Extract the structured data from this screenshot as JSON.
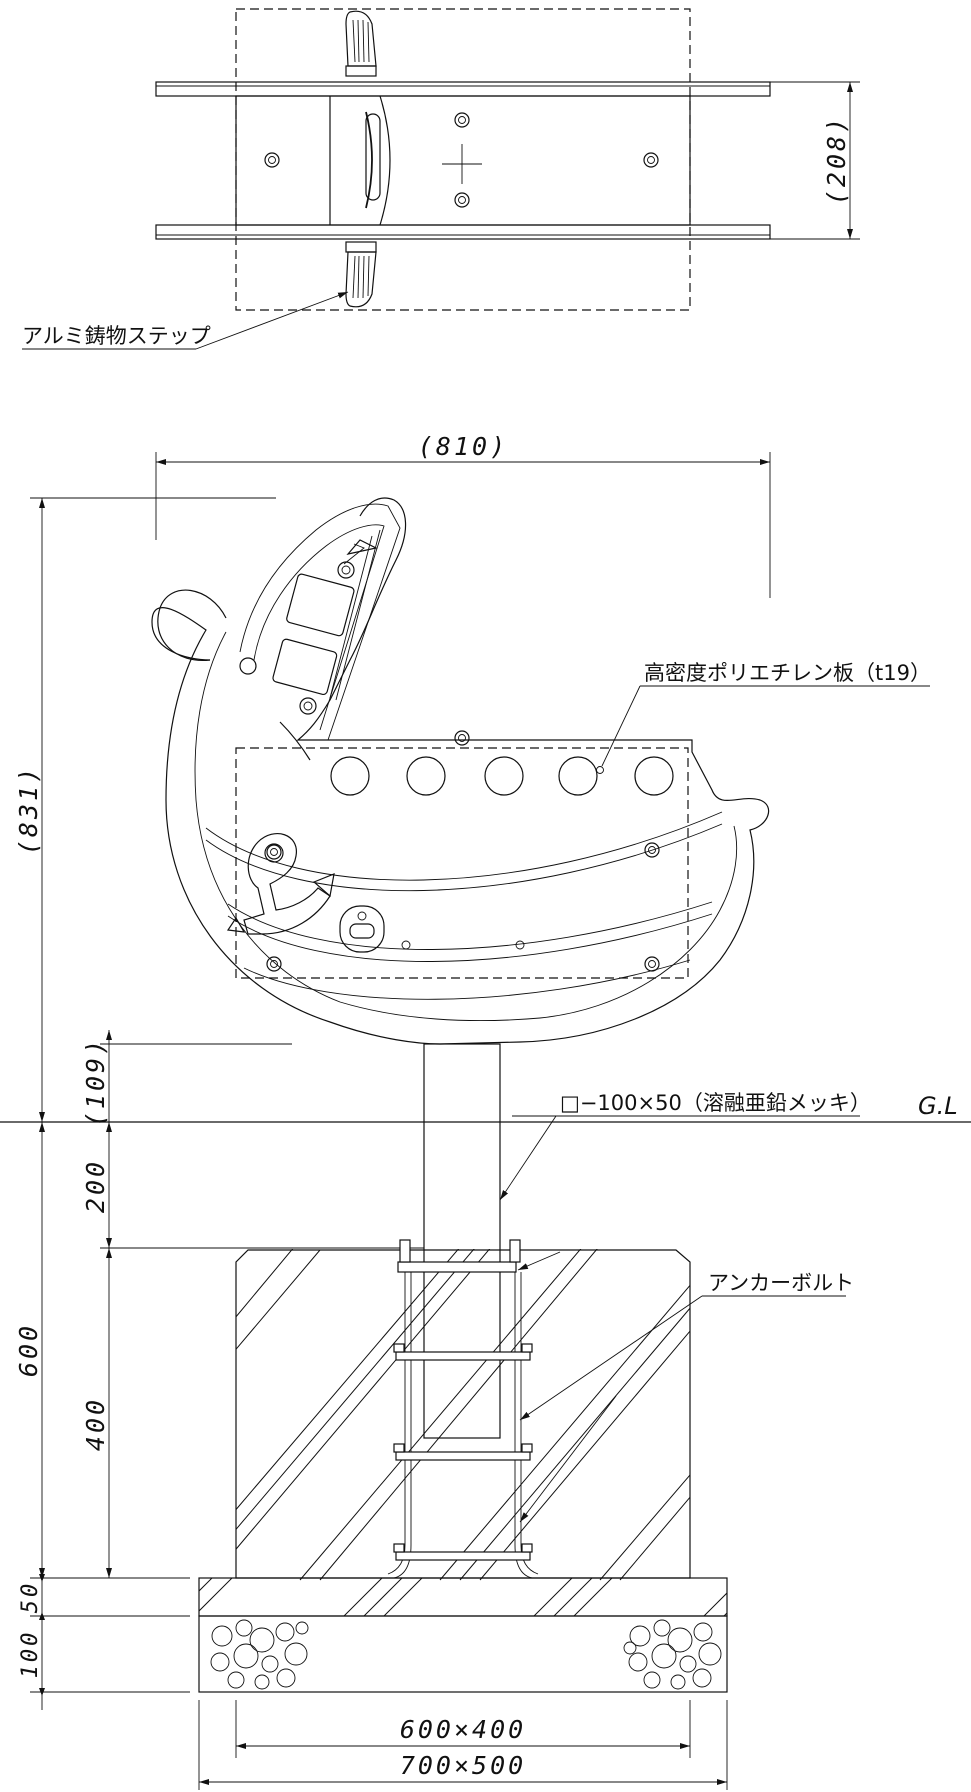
{
  "labels": {
    "step": "アルミ鋳物ステップ",
    "plate": "高密度ポリエチレン板（t19）",
    "post": "□−100×50（溶融亜鉛メッキ）",
    "gl": "G.L",
    "anchor": "アンカーボルト"
  },
  "dimensions": {
    "width_top": "(208)",
    "width_total": "(810)",
    "height_total": "(831)",
    "clearance": "(109)",
    "embed_200": "200",
    "footing_600": "600",
    "footing_400": "400",
    "layer_50": "50",
    "layer_100": "100",
    "footing_size": "600×400",
    "base_size": "700×500"
  }
}
